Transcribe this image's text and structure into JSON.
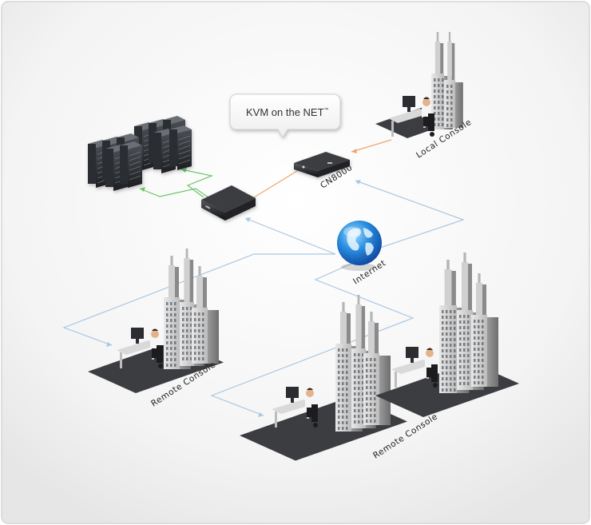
{
  "callout": {
    "text": "KVM on the NET",
    "trademark": "™"
  },
  "labels": {
    "local_console": "Local Console",
    "cn8000": "CN8000",
    "internet": "Internet",
    "remote_console_left": "Remote Console",
    "remote_console_right": "Remote Console"
  },
  "colors": {
    "green_link": "#6cc46a",
    "orange_link": "#f2a46a",
    "blue_link": "#a9c7e2",
    "frame_border": "#d6d6d6"
  }
}
